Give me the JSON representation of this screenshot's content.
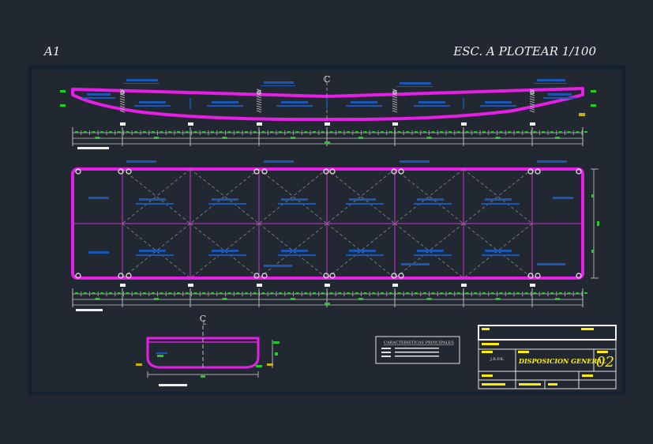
{
  "header": {
    "sheet_size": "A1",
    "scale_note": "ESC. A PLOTEAR 1/100"
  },
  "elevation": {
    "centerline_symbol": "ℂ"
  },
  "section": {
    "centerline_symbol": "C",
    "centerline_sub": "L"
  },
  "characteristics_box": {
    "title": "CARACTERISTICAS PRINCIPALES"
  },
  "title_block": {
    "author": "J.R.P.K.",
    "drawing_title": "DISPOSICION GENERAL",
    "sheet_number": "02"
  },
  "colors": {
    "background": "#222831",
    "frame": "#15202e",
    "hull": "#e61ee6",
    "dimension": "#7a7a7a",
    "text_block": "#1a56b4",
    "dimension_mark": "#22cc22",
    "title_text": "#ffee00"
  }
}
